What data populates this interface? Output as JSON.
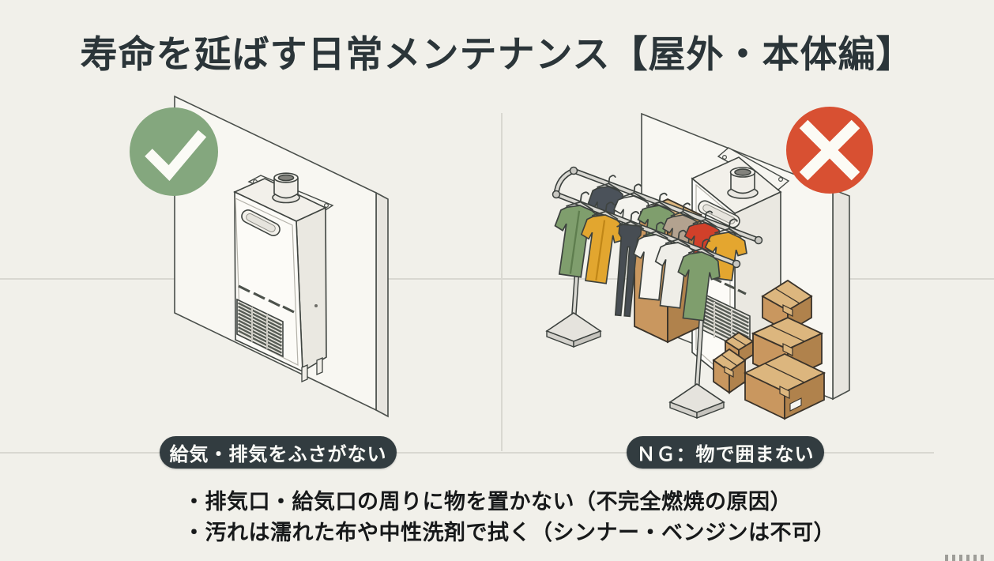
{
  "slide": {
    "title": "寿命を延ばす日常メンテナンス【屋外・本体編】",
    "panels": {
      "good": {
        "label": "給気・排気をふさがない",
        "icon": "check-icon",
        "icon_color": "#84a77e"
      },
      "ng": {
        "label": "ＮＧ：物で囲まない",
        "icon": "cross-icon",
        "icon_color": "#d85032"
      }
    },
    "notes": [
      "・排気口・給気口の周りに物を置かない（不完全燃焼の原因）",
      "・汚れは濡れた布や中性洗剤で拭く（シンナー・ベンジンは不可）"
    ],
    "colors": {
      "background": "#f1f0ea",
      "title_text": "#2b3539",
      "pill_background": "#323c40",
      "pill_text": "#fbfbf7",
      "note_text": "#17191a",
      "good_badge": "#84a77e",
      "ng_badge": "#d85032",
      "line": "#d9d8d1"
    }
  }
}
